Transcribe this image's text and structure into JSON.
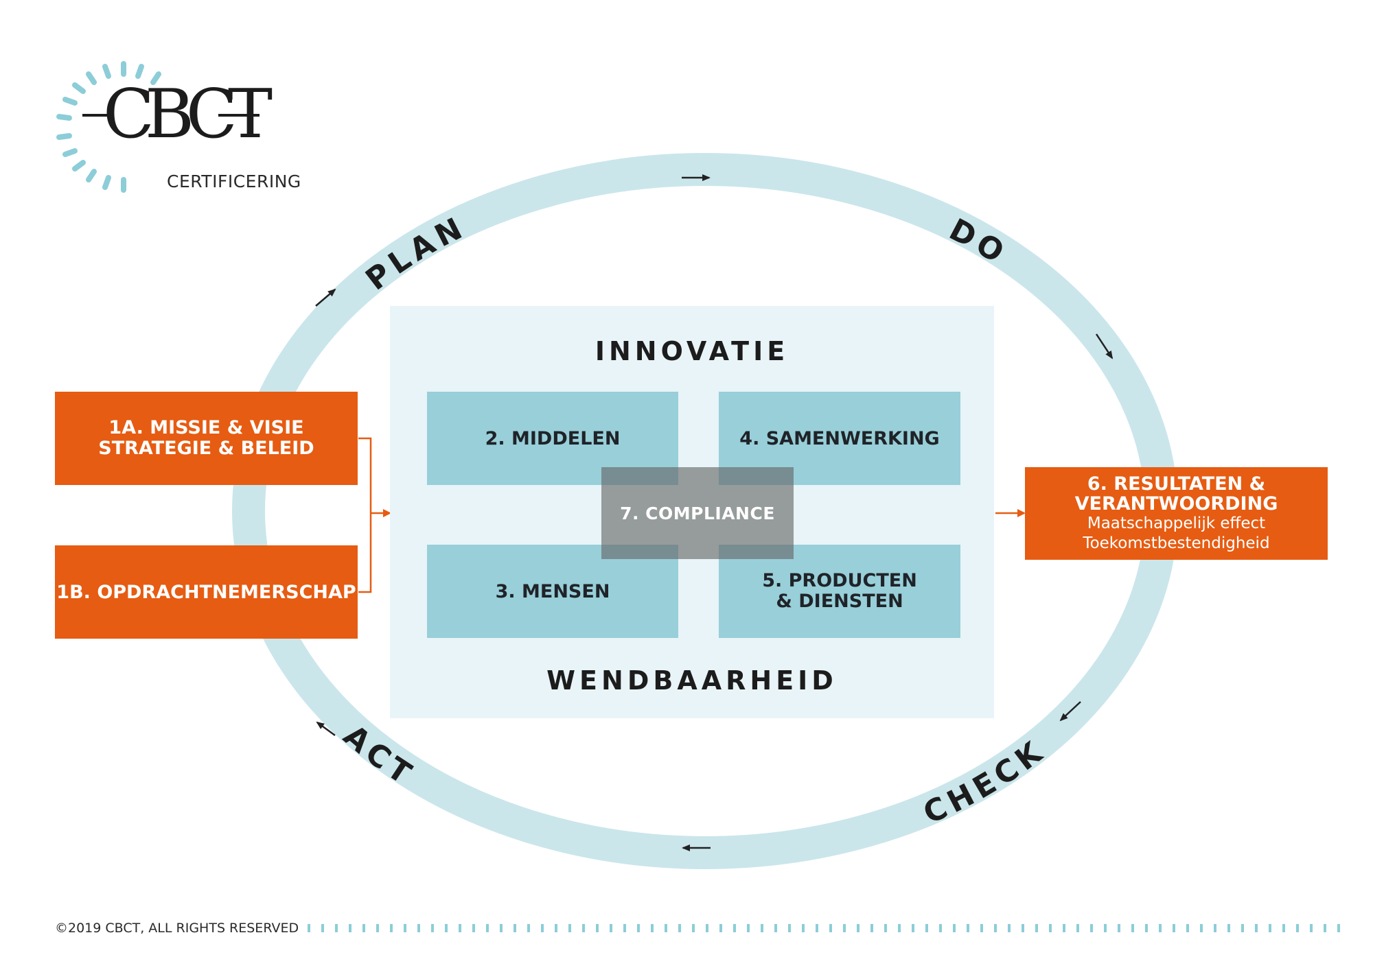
{
  "logo": {
    "wordmark": "CBCT",
    "subtitle": "CERTIFICERING"
  },
  "cycle": {
    "plan": "PLAN",
    "do": "DO",
    "check": "CHECK",
    "act": "ACT"
  },
  "inputs": {
    "box_1a_line1": "1A. MISSIE & VISIE",
    "box_1a_line2": "STRATEGIE & BELEID",
    "box_1b": "1B. OPDRACHTNEMERSCHAP"
  },
  "center": {
    "top_heading": "INNOVATIE",
    "bottom_heading": "WENDBAARHEID",
    "q_middelen": "2. MIDDELEN",
    "q_samenwerking": "4. SAMENWERKING",
    "q_mensen": "3. MENSEN",
    "q_producten_line1": "5. PRODUCTEN",
    "q_producten_line2": "& DIENSTEN",
    "compliance": "7. COMPLIANCE"
  },
  "output": {
    "title_line1": "6. RESULTATEN &",
    "title_line2": "VERANTWOORDING",
    "sub_line1": "Maatschappelijk effect",
    "sub_line2": "Toekomstbestendigheid"
  },
  "footer": {
    "copyright": "©2019 CBCT, ALL RIGHTS RESERVED"
  },
  "colors": {
    "orange": "#e65c12",
    "teal_block": "#98cfd9",
    "ring": "#cae6eb",
    "panel": "#e8f4f8",
    "logo_rays": "#8ccdd8"
  }
}
